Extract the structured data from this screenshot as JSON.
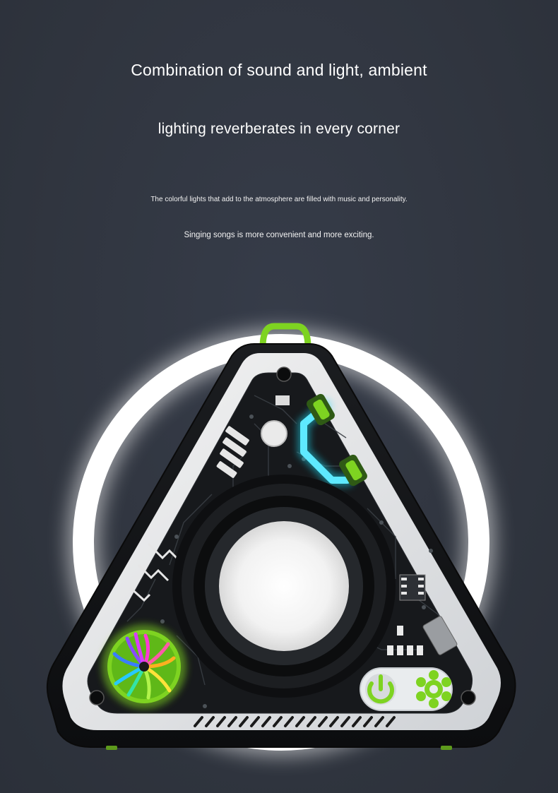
{
  "heading": {
    "line1": "Combination of sound and light, ambient",
    "line2": "lighting reverberates in every corner"
  },
  "subtext": {
    "line1": "The colorful lights that add to the atmosphere are filled with music and personality.",
    "line2": "Singing songs is more convenient and more exciting."
  },
  "colors": {
    "background": "#2f3440",
    "accent_green": "#7ed321",
    "accent_cyan": "#1fd8f0",
    "ring_glow": "#ffffff"
  },
  "icons": {
    "power": "power-icon",
    "settings": "gear-icon"
  }
}
